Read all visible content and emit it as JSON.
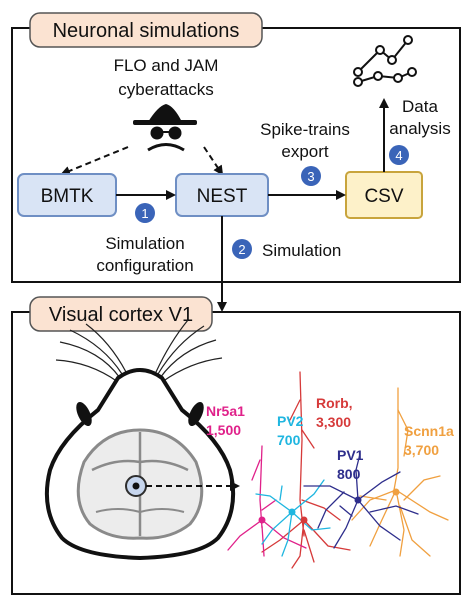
{
  "top_panel": {
    "title": "Neuronal simulations",
    "attack_line1": "FLO and JAM",
    "attack_line2": "cyberattacks",
    "node_bmtk": "BMTK",
    "node_nest": "NEST",
    "node_csv": "CSV",
    "step1_number": "1",
    "step1_line1": "Simulation",
    "step1_line2": "configuration",
    "step2_number": "2",
    "step2_label": "Simulation",
    "step3_number": "3",
    "step3_line1": "Spike-trains",
    "step3_line2": "export",
    "step4_number": "4",
    "step4_line1": "Data",
    "step4_line2": "analysis"
  },
  "bottom_panel": {
    "title": "Visual cortex V1",
    "cell_types": [
      {
        "name": "Nr5a1",
        "count": "1,500",
        "color": "#e0218a"
      },
      {
        "name": "PV2",
        "count": "700",
        "color": "#1fb6e0"
      },
      {
        "name": "Rorb,",
        "count": "3,300",
        "color": "#d63a3a"
      },
      {
        "name": "PV1",
        "count": "800",
        "color": "#2e2e8c"
      },
      {
        "name": "Scnn1a",
        "count": "3,700",
        "color": "#f0a040"
      }
    ]
  },
  "colors": {
    "title_fill": "#fbe3d2",
    "node_fill": "#d9e4f5",
    "node_stroke": "#6f8fc4",
    "csv_fill": "#fdf1c9",
    "csv_stroke": "#c8a43c",
    "step_badge": "#3a64b8"
  }
}
